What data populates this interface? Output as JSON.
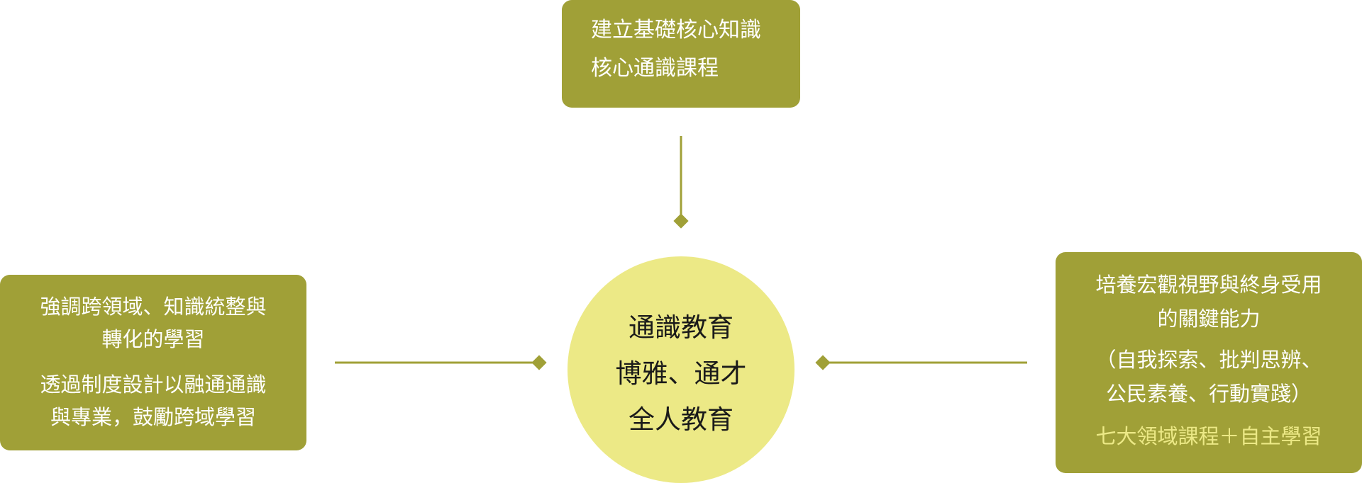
{
  "diagram": {
    "colors": {
      "box_fill": "#a0a037",
      "center_fill": "#ece986",
      "highlight_text": "#ece986",
      "connector": "#a0a037"
    },
    "center": {
      "lines": [
        "通識教育",
        "博雅、通才",
        "全人教育"
      ]
    },
    "top_box": {
      "line1": "建立基礎核心知識",
      "line2": "核心通識課程"
    },
    "left_box": {
      "line1": "強調跨領域、知識統整與",
      "line2": "轉化的學習",
      "line3": "透過制度設計以融通通識",
      "line4": "與專業，鼓勵跨域學習"
    },
    "right_box": {
      "line1": "培養宏觀視野與終身受用",
      "line2": "的關鍵能力",
      "line3": "（自我探索、批判思辨、",
      "line4": "公民素養、行動實踐）",
      "line5": "七大領域課程＋自主學習"
    }
  }
}
